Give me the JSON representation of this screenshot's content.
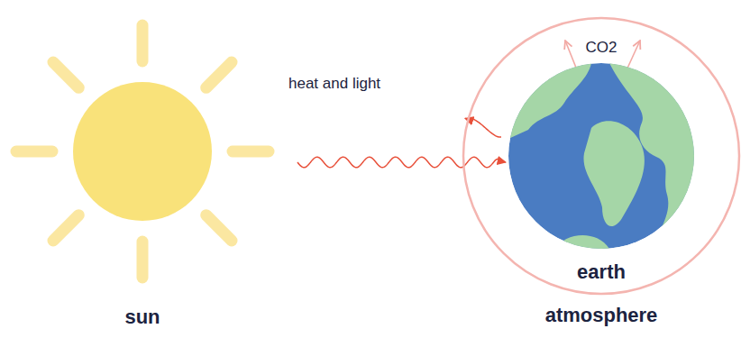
{
  "diagram": {
    "nodes": [
      {
        "text": [
          "sun"
        ]
      },
      {
        "text": [
          "atmosphere"
        ]
      },
      {
        "text": [
          "earth"
        ],
        "in": 1
      }
    ],
    "edges": [
      {
        "from": 0,
        "to": 2,
        "label": "heat and light",
        "arrow": "to"
      }
    ],
    "labels": [
      "CO2"
    ]
  }
}
